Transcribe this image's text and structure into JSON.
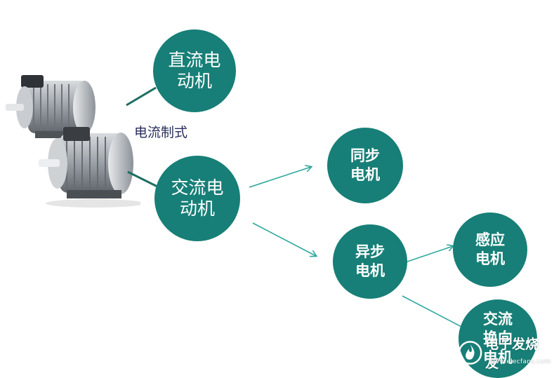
{
  "colors": {
    "node": "#177f77",
    "line": "#1e6e62",
    "arrow": "#2ea89c",
    "label": "#2a2f5c"
  },
  "diagram": {
    "root_label": "电流制式",
    "nodes": {
      "dc": "直流电\n动机",
      "ac": "交流电\n动机",
      "sync": "同步\n电机",
      "async": "异步\n电机",
      "induction": "感应\n电机",
      "commutator": "交流\n换向\n电机"
    }
  },
  "illustration": {
    "subject": "electric-motor-photo"
  },
  "watermark": {
    "name": "电子发烧友",
    "url": "www.elecfans.com",
    "icon": "flame-logo-icon"
  }
}
